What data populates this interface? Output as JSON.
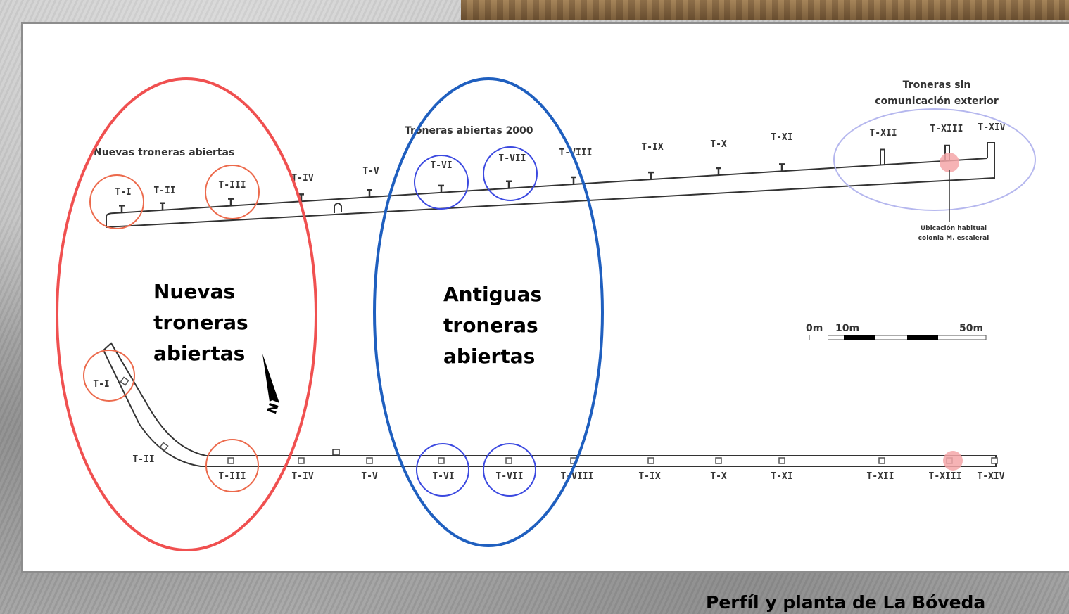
{
  "diagram": {
    "profile_labels": [
      "T-I",
      "T-II",
      "T-III",
      "T-IV",
      "T-V",
      "T-VI",
      "T-VII",
      "T-VIII",
      "T-IX",
      "T-X",
      "T-XI",
      "T-XII",
      "T-XIII",
      "T-XIV"
    ],
    "plan_labels": [
      "T-I",
      "T-II",
      "T-III",
      "T-IV",
      "T-V",
      "T-VI",
      "T-VII",
      "T-VIII",
      "T-IX",
      "T-X",
      "T-XI",
      "T-XII",
      "T-XIII",
      "T-XIV"
    ],
    "note_new": "Nuevas troneras abiertas",
    "note_2000": "Troneras abiertas 2000",
    "note_no_comm_line1": "Troneras sin",
    "note_no_comm_line2": "comunicación exterior",
    "note_colony_line1": "Ubicación habitual",
    "note_colony_line2": "colonia M. escalerai",
    "region_new_lines": [
      "Nuevas",
      "troneras",
      "abiertas"
    ],
    "region_old_lines": [
      "Antiguas",
      "troneras",
      "abiertas"
    ],
    "north_label": "N",
    "scale": {
      "zero": "0m",
      "ten": "10m",
      "fifty": "50m"
    },
    "colors": {
      "red_region": "#f05050",
      "red_circle": "#ec6a4c",
      "blue_region": "#1f5fbf",
      "blue_circle": "#3b49e0",
      "lavender": "#b5b7ee",
      "highlight": "#f4a6a8"
    }
  },
  "caption": "Perfíl y planta de La Bóveda"
}
